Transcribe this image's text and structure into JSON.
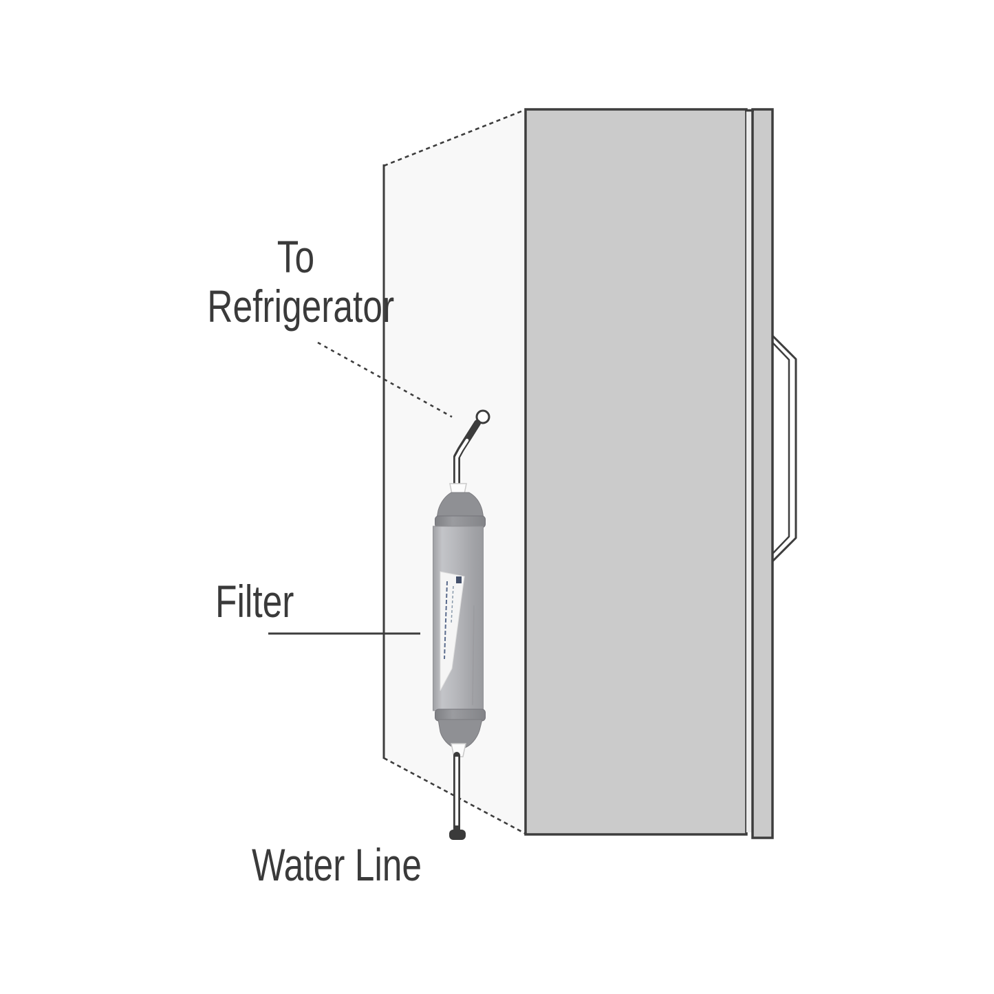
{
  "diagram": {
    "labels": {
      "to_refrigerator": "To Refrigerator",
      "filter": "Filter",
      "water_line": "Water Line"
    },
    "colors": {
      "line": "#3d3d3d",
      "text": "#3a3a3a",
      "back_panel": "#f8f8f8",
      "side_panel": "#cbcbcb",
      "door_strip": "#cbcbcb",
      "door_gap": "#ececec",
      "filter_cap": "#8f9094",
      "filter_cap_rim": "#85858a",
      "filter_label": "#f5f5f5",
      "grommet_fill": "#fdfdfd",
      "tube_dark": "#3c3c3c"
    },
    "parts": {
      "refrigerator": "refrigerator-cabinet",
      "filter": "inline-water-filter",
      "tube_top": "tube-to-refrigerator",
      "tube_bottom": "water-supply-line"
    }
  }
}
